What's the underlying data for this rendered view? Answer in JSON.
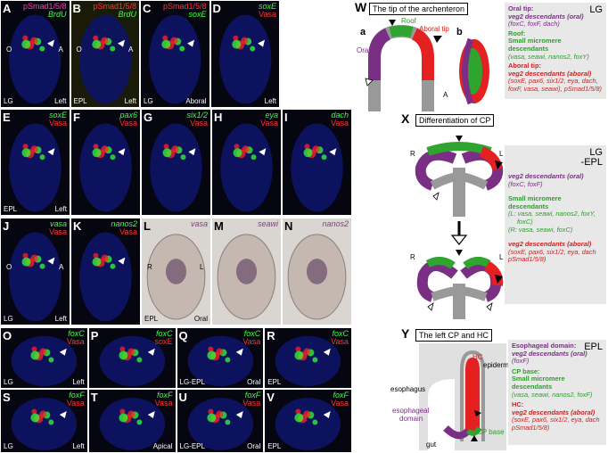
{
  "panels": [
    {
      "id": "A",
      "label": "A",
      "markers": [
        {
          "text": "pSmad1/5/8",
          "c": "m"
        },
        {
          "text": "BrdU",
          "c": "g"
        }
      ],
      "bl": "LG",
      "br": "Left",
      "sides": [
        "O",
        "A"
      ]
    },
    {
      "id": "B",
      "label": "B",
      "markers": [
        {
          "text": "pSmad1/5/8",
          "c": "r"
        },
        {
          "text": "BrdU",
          "c": "g"
        }
      ],
      "bl": "EPL",
      "br": "Left",
      "sides": [
        "O",
        "A"
      ]
    },
    {
      "id": "C",
      "label": "C",
      "markers": [
        {
          "text": "pSmad1/5/8",
          "c": "r"
        },
        {
          "text": "soxE",
          "c": "g"
        }
      ],
      "bl": "LG",
      "br": "Aboral"
    },
    {
      "id": "D",
      "label": "D",
      "markers": [
        {
          "text": "soxE",
          "c": "g"
        },
        {
          "text": "Vasa",
          "c": "r"
        }
      ],
      "bl": "",
      "br": "Left"
    },
    {
      "id": "E",
      "label": "E",
      "markers": [
        {
          "text": "soxE",
          "c": "g"
        },
        {
          "text": "Vasa",
          "c": "r"
        }
      ],
      "bl": "EPL",
      "br": "Left"
    },
    {
      "id": "F",
      "label": "F",
      "markers": [
        {
          "text": "pax6",
          "c": "g"
        },
        {
          "text": "Vasa",
          "c": "r"
        }
      ],
      "bl": "",
      "br": ""
    },
    {
      "id": "G",
      "label": "G",
      "markers": [
        {
          "text": "six1/2",
          "c": "g"
        },
        {
          "text": "Vasa",
          "c": "r"
        }
      ],
      "bl": "",
      "br": ""
    },
    {
      "id": "H",
      "label": "H",
      "markers": [
        {
          "text": "eya",
          "c": "g"
        },
        {
          "text": "Vasa",
          "c": "r"
        }
      ],
      "bl": "",
      "br": ""
    },
    {
      "id": "I",
      "label": "I",
      "markers": [
        {
          "text": "dach",
          "c": "g"
        },
        {
          "text": "Vasa",
          "c": "r"
        }
      ],
      "bl": "",
      "br": ""
    },
    {
      "id": "J",
      "label": "J",
      "markers": [
        {
          "text": "vasa",
          "c": "g"
        },
        {
          "text": "Vasa",
          "c": "r"
        }
      ],
      "bl": "LG",
      "br": "Left",
      "sides": [
        "O",
        "A"
      ]
    },
    {
      "id": "K",
      "label": "K",
      "markers": [
        {
          "text": "nanos2",
          "c": "g"
        },
        {
          "text": "Vasa",
          "c": "r"
        }
      ],
      "bl": "",
      "br": ""
    },
    {
      "id": "L",
      "label": "L",
      "markers": [
        {
          "text": "vasa",
          "c": "p"
        }
      ],
      "bl": "EPL",
      "br": "Oral",
      "sides": [
        "R",
        "L"
      ],
      "bright": true
    },
    {
      "id": "M",
      "label": "M",
      "markers": [
        {
          "text": "seawi",
          "c": "p"
        }
      ],
      "bl": "",
      "br": "",
      "bright": true
    },
    {
      "id": "N",
      "label": "N",
      "markers": [
        {
          "text": "nanos2",
          "c": "p"
        }
      ],
      "bl": "",
      "br": "",
      "bright": true
    },
    {
      "id": "O",
      "label": "O",
      "markers": [
        {
          "text": "foxC",
          "c": "g"
        },
        {
          "text": "Vasa",
          "c": "r"
        }
      ],
      "bl": "LG",
      "br": "Left"
    },
    {
      "id": "P",
      "label": "P",
      "markers": [
        {
          "text": "foxC",
          "c": "g"
        },
        {
          "text": "soxE",
          "c": "r"
        }
      ],
      "bl": "",
      "br": ""
    },
    {
      "id": "Q",
      "label": "Q",
      "markers": [
        {
          "text": "foxC",
          "c": "g"
        },
        {
          "text": "Vasa",
          "c": "r"
        }
      ],
      "bl": "LG-EPL",
      "br": "Oral"
    },
    {
      "id": "R",
      "label": "R",
      "markers": [
        {
          "text": "foxC",
          "c": "g"
        },
        {
          "text": "Vasa",
          "c": "r"
        }
      ],
      "bl": "EPL",
      "br": ""
    },
    {
      "id": "S",
      "label": "S",
      "markers": [
        {
          "text": "foxF",
          "c": "g"
        },
        {
          "text": "Vasa",
          "c": "r"
        }
      ],
      "bl": "LG",
      "br": "Left"
    },
    {
      "id": "T",
      "label": "T",
      "markers": [
        {
          "text": "foxF",
          "c": "g"
        },
        {
          "text": "Vasa",
          "c": "r"
        }
      ],
      "bl": "",
      "br": "Apical"
    },
    {
      "id": "U",
      "label": "U",
      "markers": [
        {
          "text": "foxF",
          "c": "g"
        },
        {
          "text": "Vasa",
          "c": "r"
        }
      ],
      "bl": "LG-EPL",
      "br": "Oral"
    },
    {
      "id": "V",
      "label": "V",
      "markers": [
        {
          "text": "foxF",
          "c": "g"
        },
        {
          "text": "Vasa",
          "c": "r"
        }
      ],
      "bl": "EPL",
      "br": ""
    }
  ],
  "W": {
    "label": "W",
    "header": "The tip of the archenteron",
    "sub_a": "a",
    "sub_b": "b",
    "roof": "Roof",
    "oral_tip": "Oral tip",
    "aboral_tip": "Aboral tip",
    "o": "O",
    "a": "A",
    "box": {
      "tag": "LG",
      "oral_title": "Oral tip:",
      "oral_desc": "veg2 descendants (oral)",
      "oral_genes": "(foxC, foxF, dach)",
      "roof_title": "Roof:",
      "roof_desc": "Small micromere descendants",
      "roof_genes": "(vasa, seawi, nanos2, foxY)",
      "aboral_title": "Aboral tip:",
      "aboral_desc": "veg2 descendants (aboral)",
      "aboral_genes": "(soxE, pax6, six1/2, eya, dach, foxF, vasa, seawi), pSmad1/5/8)"
    }
  },
  "X": {
    "label": "X",
    "header": "Differentiation of CP",
    "r1": "R",
    "l1": "L",
    "r2": "R",
    "l2": "L",
    "box": {
      "tag1": "LG",
      "tag2": "-EPL",
      "oral_desc": "veg2 descendants (oral)",
      "oral_genes": "(foxC, foxF)",
      "small_desc": "Small micromere descendants",
      "small_genes1": "(L: vasa, seawi, nanos2, foxY,",
      "small_genes2": "foxC)",
      "small_genes3": "(R: vasa, seawi, foxC)",
      "aboral_desc": "veg2 descendants (aboral)",
      "aboral_genes1": "(soxE, pax6, six1/2, eya, dach",
      "aboral_genes2": "pSmad1/5/8)"
    }
  },
  "Y": {
    "label": "Y",
    "header": "The left CP and HC",
    "hc": "HC",
    "epidermis": "epidermis",
    "esophagus": "esophagus",
    "esophageal1": "esophageal",
    "esophageal2": "domain",
    "cp_base": "CP base",
    "gut": "gut",
    "box": {
      "tag": "EPL",
      "eso_title": "Esophageal domain:",
      "eso_desc": "veg2 descendants (oral)",
      "eso_genes": "(foxF)",
      "cp_title": "CP base:",
      "cp_desc": "Small micromere descendants",
      "cp_genes": "(vasa, seawi, nanos2, foxF)",
      "hc_title": "HC:",
      "hc_desc": "veg2 descendants (aboral)",
      "hc_genes1": "(soxE, pax6, six1/2, eya, dach",
      "hc_genes2": "pSmad1/5/8)"
    }
  }
}
